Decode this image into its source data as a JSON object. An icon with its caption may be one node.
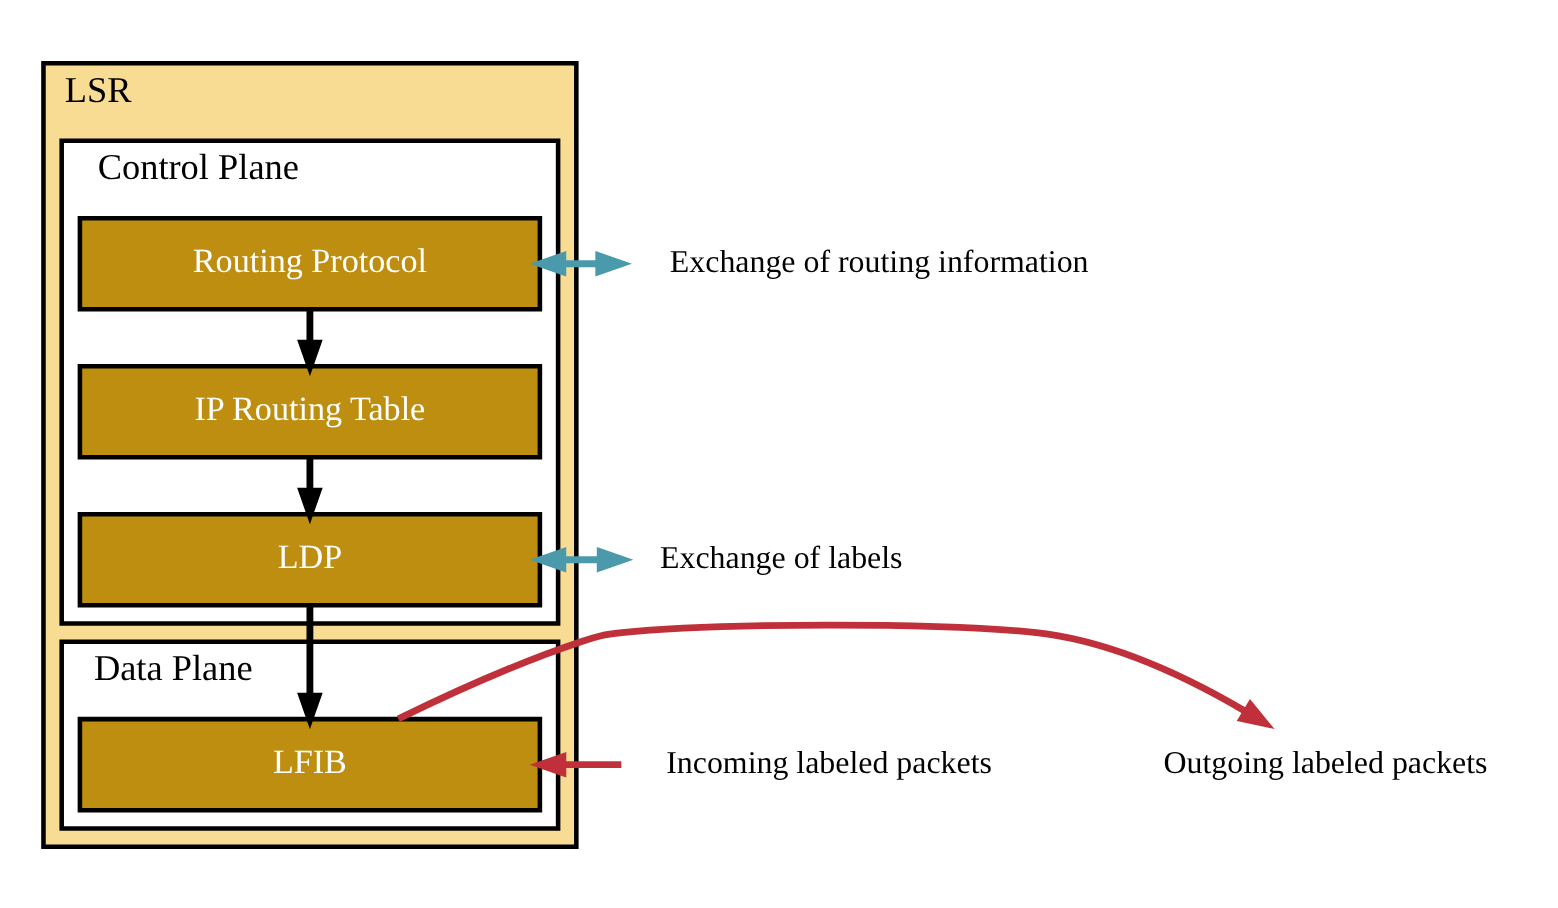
{
  "diagram": {
    "nodes": [
      {
        "text": [
          "LSR"
        ]
      },
      {
        "text": [
          "Control Plane"
        ],
        "in": 0
      },
      {
        "text": [
          "Routing Protocol"
        ],
        "in": 1
      },
      {
        "text": [
          "IP Routing Table"
        ],
        "in": 1
      },
      {
        "text": [
          "LDP"
        ],
        "in": 1
      },
      {
        "text": [
          "Data Plane"
        ],
        "in": 0
      },
      {
        "text": [
          "LFIB"
        ],
        "in": 5
      },
      {
        "text": [
          "Exchange of routing information"
        ]
      },
      {
        "text": [
          "Exchange of labels"
        ]
      },
      {
        "text": [
          "Incoming labeled packets"
        ]
      },
      {
        "text": [
          "Outgoing labeled packets"
        ]
      }
    ],
    "edges": [
      {
        "from": 7,
        "to": 2,
        "arrow": "both",
        "color": "#4a9aac"
      },
      {
        "from": 2,
        "to": 3,
        "arrow": "to"
      },
      {
        "from": 3,
        "to": 4,
        "arrow": "to"
      },
      {
        "from": 8,
        "to": 4,
        "arrow": "both",
        "color": "#4a9aac"
      },
      {
        "from": 4,
        "to": 6,
        "arrow": "to"
      },
      {
        "from": 9,
        "to": 6,
        "arrow": "to",
        "color": "#c0303a"
      },
      {
        "from": 6,
        "to": 10,
        "arrow": "to",
        "color": "#c0303a"
      }
    ]
  }
}
